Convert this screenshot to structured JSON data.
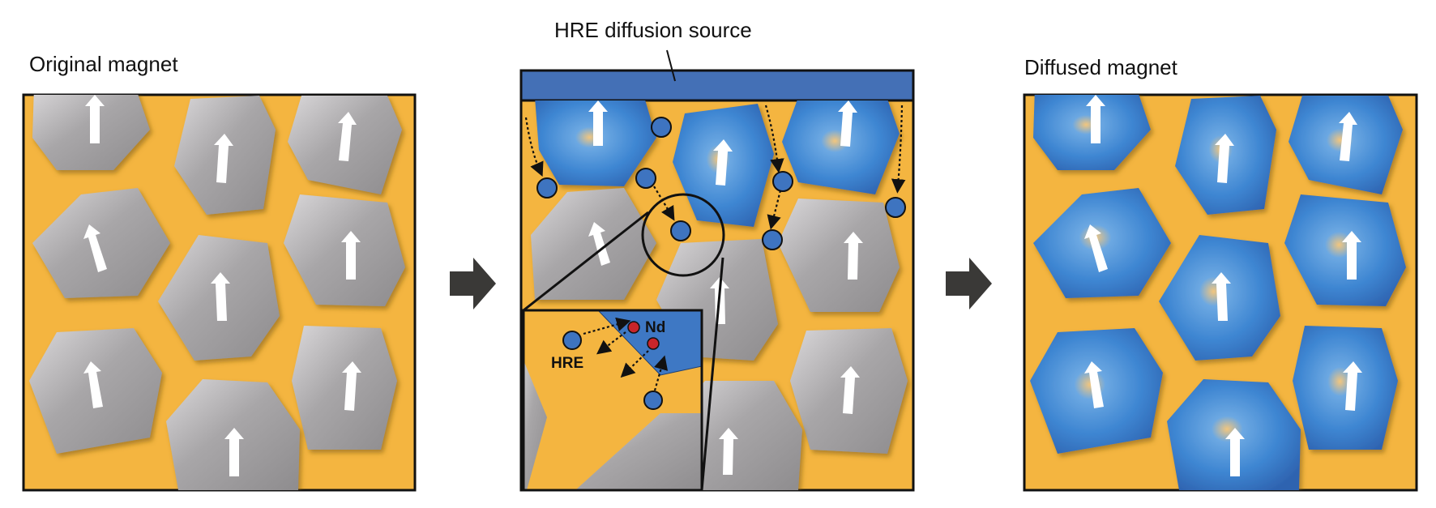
{
  "labels": {
    "original": "Original magnet",
    "source": "HRE diffusion source",
    "diffused": "Diffused magnet",
    "nd": "Nd",
    "hre": "HRE"
  },
  "colors": {
    "matrix": "#F4B540",
    "grain_gray": "#A9A7A9",
    "grain_gray_light": "#D8D6D8",
    "grain_blue": "#3C80CC",
    "grain_blue_light": "#6EB6EE",
    "atom_blue": "#3E74C0",
    "atom_red": "#C8252A",
    "source_bar": "#4470B6",
    "arrow_block": "#3A3937"
  },
  "icons": {
    "process_arrow": "right-block-arrow-icon",
    "magnetization": "white-up-arrow-icon"
  }
}
